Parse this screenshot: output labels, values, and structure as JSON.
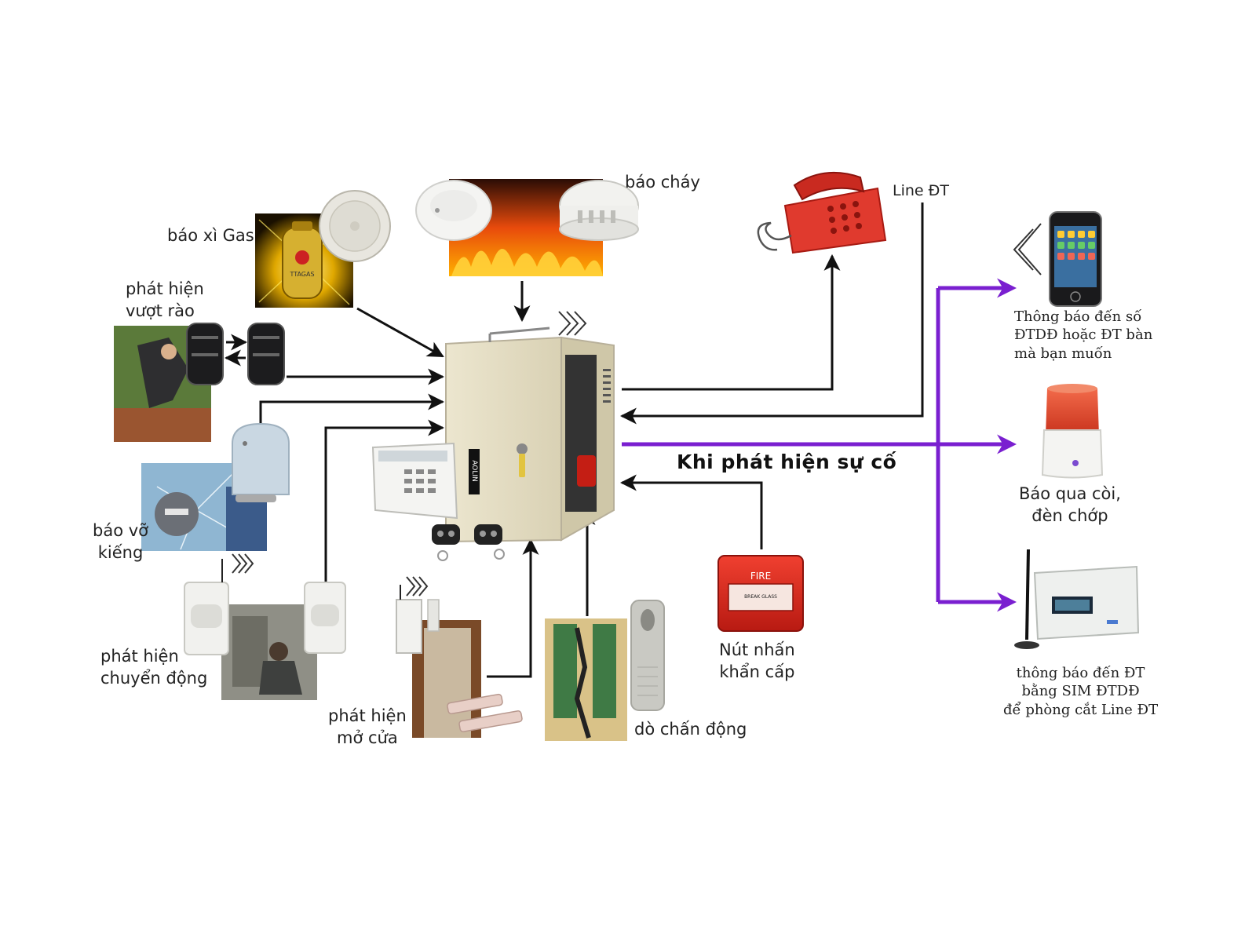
{
  "colors": {
    "arrow": "#111111",
    "output_arrow": "#7a1fd0",
    "background": "#ffffff"
  },
  "labels": {
    "gas": "báo xì Gas",
    "fire": "báo cháy",
    "beam": [
      "phát hiện",
      "vượt rào"
    ],
    "glass": [
      "báo vỡ",
      "kiếng"
    ],
    "motion": [
      "phát hiện",
      "chuyển động"
    ],
    "door": [
      "phát hiện",
      "mở cửa"
    ],
    "vibration": "dò chấn động",
    "panic": [
      "Nút nhấn",
      "khẩn cấp"
    ],
    "phone_line": "Line ĐT",
    "event": "Khi phát hiện sự cố",
    "mobile": [
      "Thông báo đến số",
      "ĐTDĐ hoặc ĐT bàn",
      "mà bạn muốn"
    ],
    "siren": [
      "Báo qua còi,",
      "đèn chớp"
    ],
    "gsm": [
      "thông báo đến ĐT",
      "bằng SIM ĐTDĐ",
      "để phòng cắt Line ĐT"
    ]
  },
  "devices": {
    "gas_can_text": "TTAGAS",
    "panel_brand": "AOLIN",
    "fire_box_text": "FIRE",
    "fire_box_sub": "BREAK GLASS"
  },
  "icons": [
    "gas-detector-icon",
    "smoke-detector-icon",
    "beam-sensor-icon",
    "glass-break-sensor-icon",
    "pir-sensor-icon",
    "door-contact-icon",
    "vibration-sensor-icon",
    "panic-button-icon",
    "desk-phone-icon",
    "mobile-phone-icon",
    "siren-strobe-icon",
    "gsm-module-icon",
    "alarm-panel-icon",
    "keypad-icon",
    "remote-control-icon"
  ]
}
